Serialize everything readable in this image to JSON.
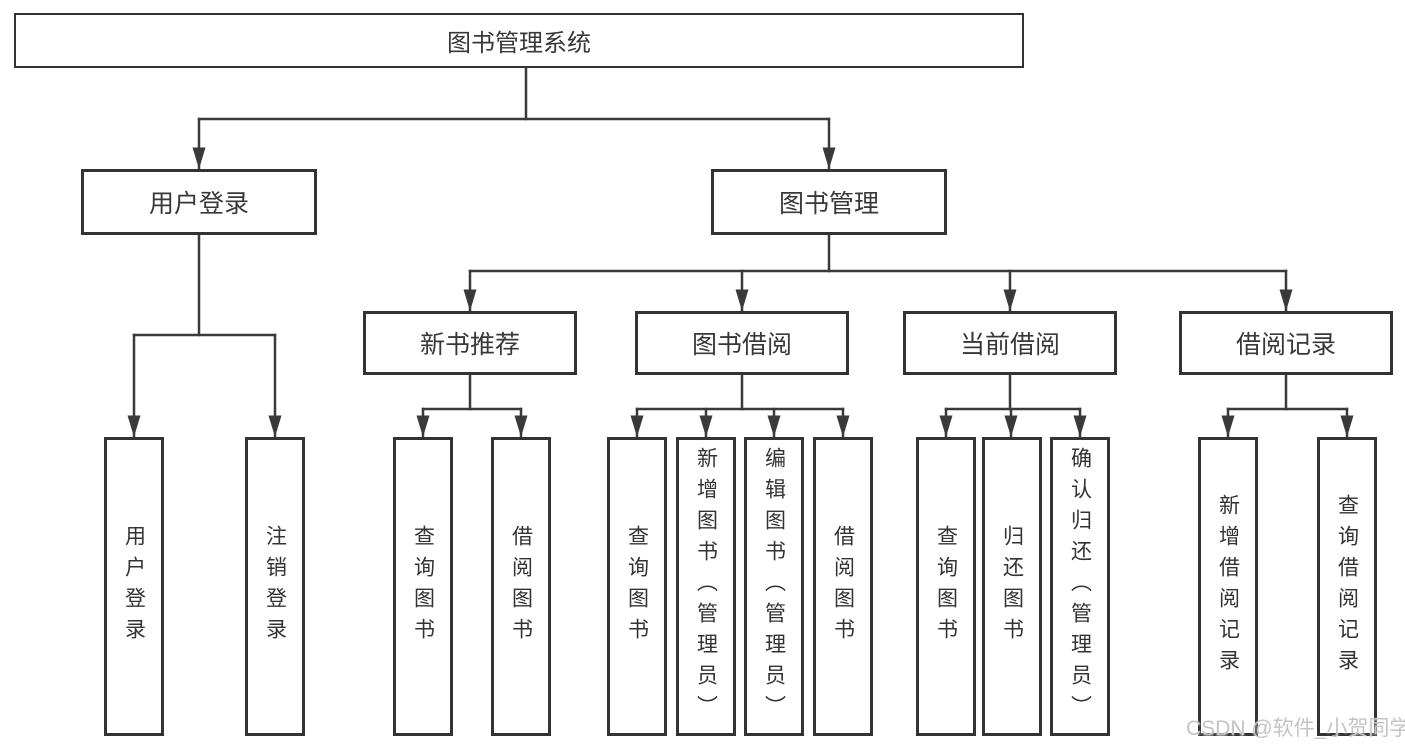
{
  "diagram": {
    "root": {
      "label": "图书管理系统"
    },
    "branches": [
      {
        "label": "用户登录",
        "children": [
          {
            "label": "用户登录"
          },
          {
            "label": "注销登录"
          }
        ]
      },
      {
        "label": "图书管理",
        "children": [
          {
            "label": "新书推荐",
            "children": [
              {
                "label": "查询图书"
              },
              {
                "label": "借阅图书"
              }
            ]
          },
          {
            "label": "图书借阅",
            "children": [
              {
                "label": "查询图书"
              },
              {
                "label": "新增图书（管理员）"
              },
              {
                "label": "编辑图书（管理员）"
              },
              {
                "label": "借阅图书"
              }
            ]
          },
          {
            "label": "当前借阅",
            "children": [
              {
                "label": "查询图书"
              },
              {
                "label": "归还图书"
              },
              {
                "label": "确认归还（管理员）"
              }
            ]
          },
          {
            "label": "借阅记录",
            "children": [
              {
                "label": "新增借阅记录"
              },
              {
                "label": "查询借阅记录"
              }
            ]
          }
        ]
      }
    ]
  },
  "watermark": "CSDN @软件_小贺同学",
  "colors": {
    "line": "#3a3a3a",
    "box_border": "#333333",
    "box_fill": "#ffffff",
    "text": "#333333",
    "watermark": "#c4c4c4"
  }
}
